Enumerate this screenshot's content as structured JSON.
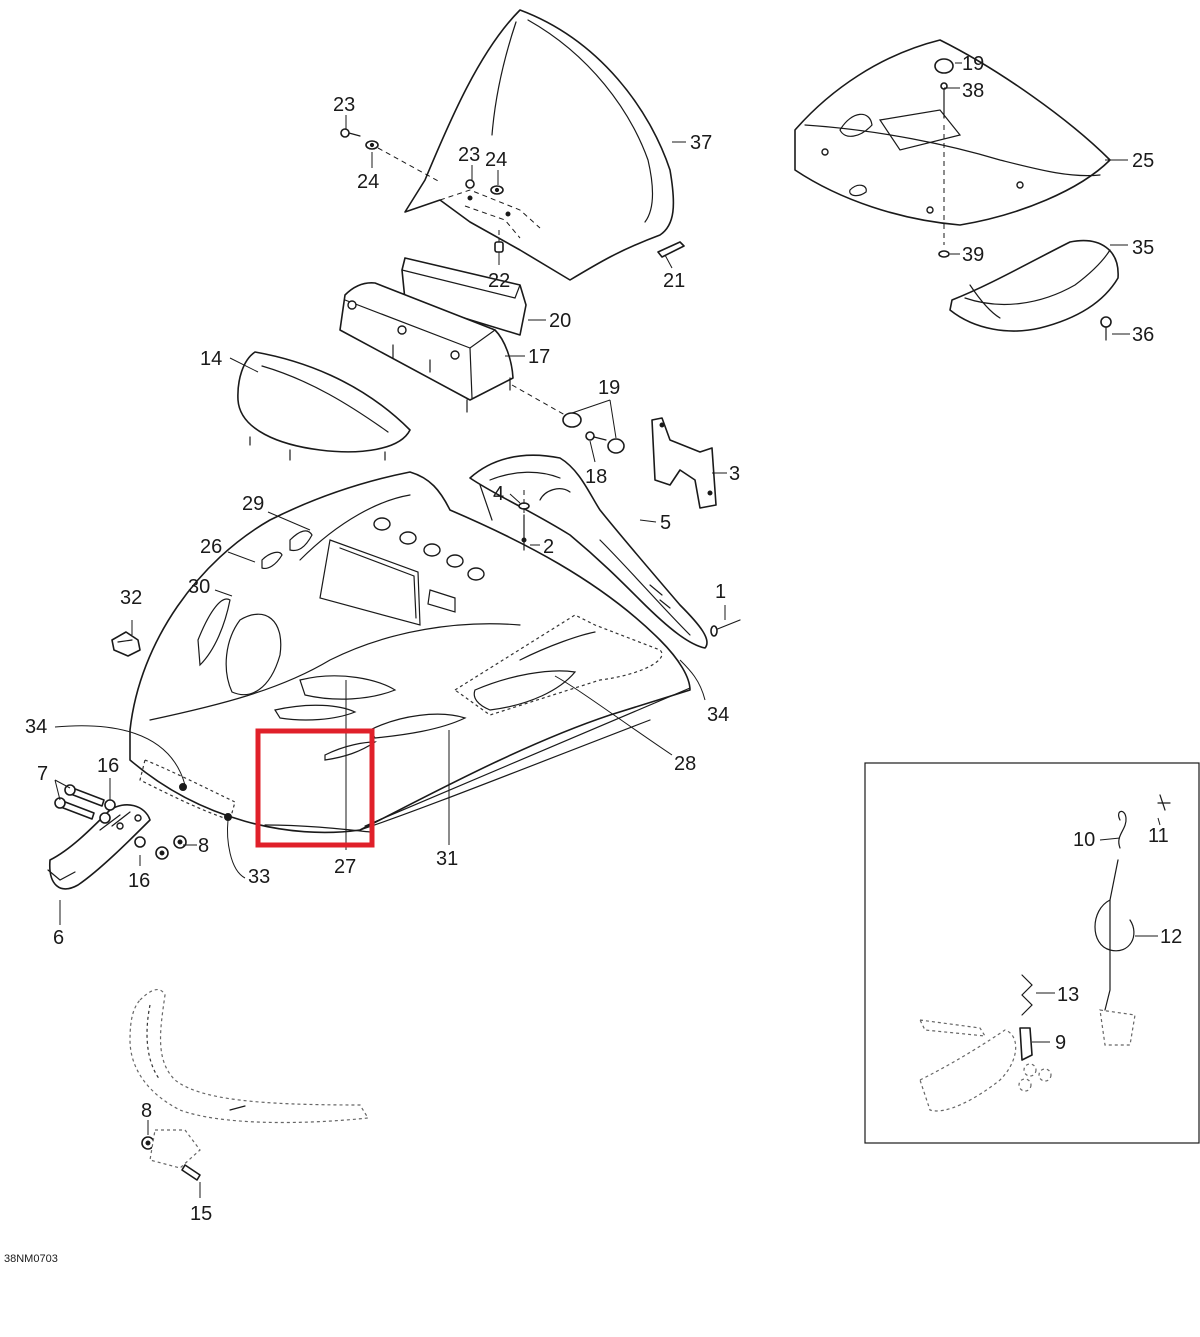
{
  "figure_code": "38NM0703",
  "highlight_color": "#e0202a",
  "callouts": {
    "c1": "1",
    "c2": "2",
    "c3": "3",
    "c4": "4",
    "c5": "5",
    "c6": "6",
    "c7": "7",
    "c8a": "8",
    "c8b": "8",
    "c9": "9",
    "c10": "10",
    "c11": "11",
    "c12": "12",
    "c13": "13",
    "c14": "14",
    "c15": "15",
    "c16a": "16",
    "c16b": "16",
    "c17": "17",
    "c18": "18",
    "c19a": "19",
    "c19b": "19",
    "c20": "20",
    "c21": "21",
    "c22": "22",
    "c23a": "23",
    "c23b": "23",
    "c24a": "24",
    "c24b": "24",
    "c25": "25",
    "c26": "26",
    "c27": "27",
    "c28": "28",
    "c29": "29",
    "c30": "30",
    "c31": "31",
    "c32": "32",
    "c33": "33",
    "c34a": "34",
    "c34b": "34",
    "c35": "35",
    "c36": "36",
    "c37": "37",
    "c38": "38",
    "c39": "39"
  }
}
